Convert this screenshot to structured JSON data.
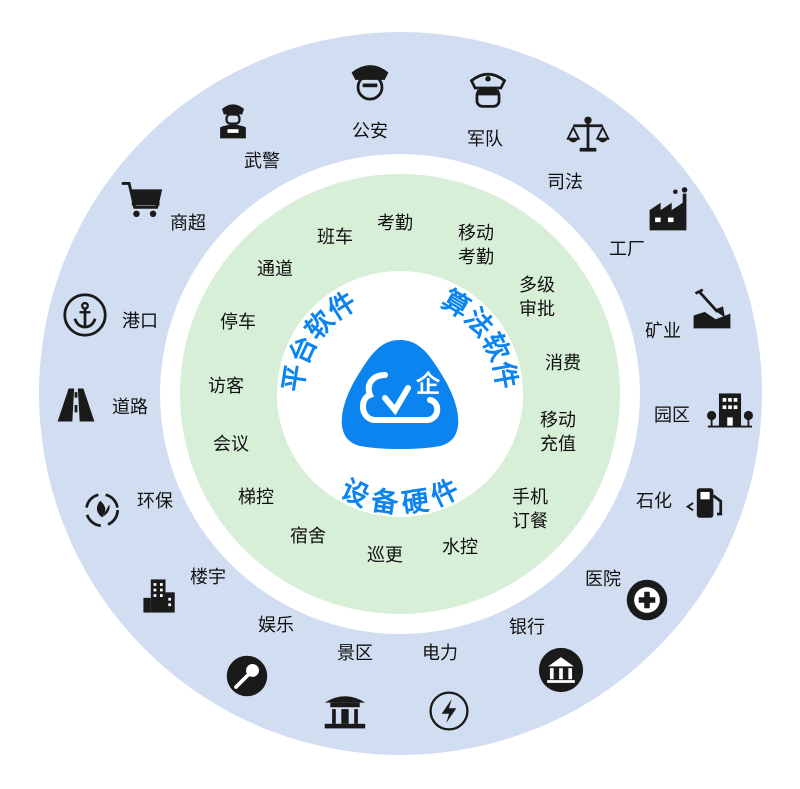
{
  "colors": {
    "outer_ring": "#d1ddf1",
    "inner_ring": "#d7eed7",
    "accent": "#0b84f0",
    "icon": "#1a1a1a"
  },
  "center": {
    "logo_char": "企",
    "arc_labels": [
      "平台软件",
      "算法软件",
      "设备硬件"
    ]
  },
  "inner_items": [
    {
      "label": "考勤"
    },
    {
      "label": "班车"
    },
    {
      "label": "移动\n考勤"
    },
    {
      "label": "通道"
    },
    {
      "label": "多级\n审批"
    },
    {
      "label": "停车"
    },
    {
      "label": "消费"
    },
    {
      "label": "访客"
    },
    {
      "label": "移动\n充值"
    },
    {
      "label": "会议"
    },
    {
      "label": "梯控"
    },
    {
      "label": "手机\n订餐"
    },
    {
      "label": "宿舍"
    },
    {
      "label": "巡更"
    },
    {
      "label": "水控"
    }
  ],
  "outer_items": [
    {
      "label": "公安",
      "icon": "police-cap-icon"
    },
    {
      "label": "军队",
      "icon": "military-officer-icon"
    },
    {
      "label": "司法",
      "icon": "scales-icon"
    },
    {
      "label": "工厂",
      "icon": "factory-icon"
    },
    {
      "label": "矿业",
      "icon": "mining-shovel-icon"
    },
    {
      "label": "园区",
      "icon": "office-park-icon"
    },
    {
      "label": "石化",
      "icon": "fuel-pump-icon"
    },
    {
      "label": "医院",
      "icon": "hospital-cross-icon"
    },
    {
      "label": "银行",
      "icon": "bank-icon"
    },
    {
      "label": "电力",
      "icon": "lightning-icon"
    },
    {
      "label": "景区",
      "icon": "pavilion-icon"
    },
    {
      "label": "娱乐",
      "icon": "microphone-icon"
    },
    {
      "label": "楼宇",
      "icon": "building-icon"
    },
    {
      "label": "环保",
      "icon": "recycle-leaf-icon"
    },
    {
      "label": "道路",
      "icon": "road-icon"
    },
    {
      "label": "港口",
      "icon": "anchor-icon"
    },
    {
      "label": "商超",
      "icon": "shopping-cart-icon"
    },
    {
      "label": "武警",
      "icon": "armed-police-icon"
    }
  ]
}
